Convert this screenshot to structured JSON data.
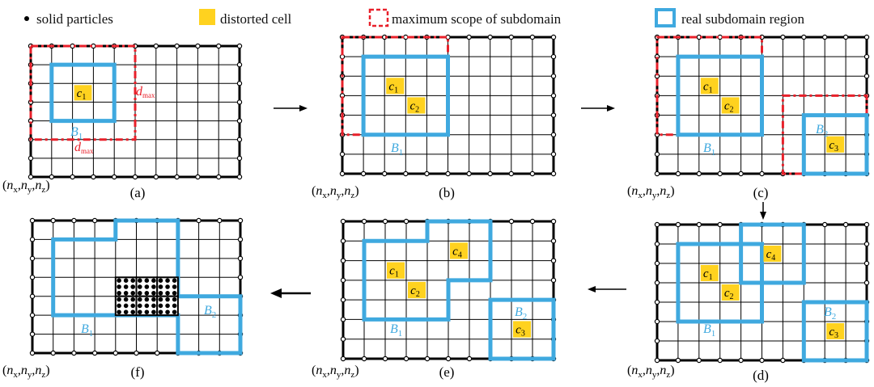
{
  "colors": {
    "grid": "#000000",
    "node_fill": "#ffffff",
    "cell_fill": "#FFD21F",
    "max_scope": "#E8202A",
    "subdomain": "#3FA9DF",
    "label_sub": "#3FA9DF",
    "label_max": "#E8202A"
  },
  "legend": {
    "solid_particles": "solid particles",
    "distorted_cell": "distorted cell",
    "maximum_scope": "maximum scope of subdomain",
    "real_subdomain": "real subdomain region"
  },
  "coord_label": {
    "open": "(",
    "n": "n",
    "x": "x",
    "y": "y",
    "z": "z",
    "comma": ",",
    "close": ")"
  },
  "panels": [
    {
      "id": "a",
      "caption": "(a)"
    },
    {
      "id": "b",
      "caption": "(b)"
    },
    {
      "id": "c",
      "caption": "(c)"
    },
    {
      "id": "d",
      "caption": "(d)"
    },
    {
      "id": "e",
      "caption": "(e)"
    },
    {
      "id": "f",
      "caption": "(f)"
    }
  ],
  "cell_labels": {
    "c": "c",
    "sub1": "1",
    "sub2": "2",
    "sub3": "3",
    "sub4": "4"
  },
  "subdomain_labels": {
    "B": "B",
    "sub1": "1",
    "sub2": "2"
  },
  "dmax_label": {
    "d": "d",
    "sub": "max"
  }
}
